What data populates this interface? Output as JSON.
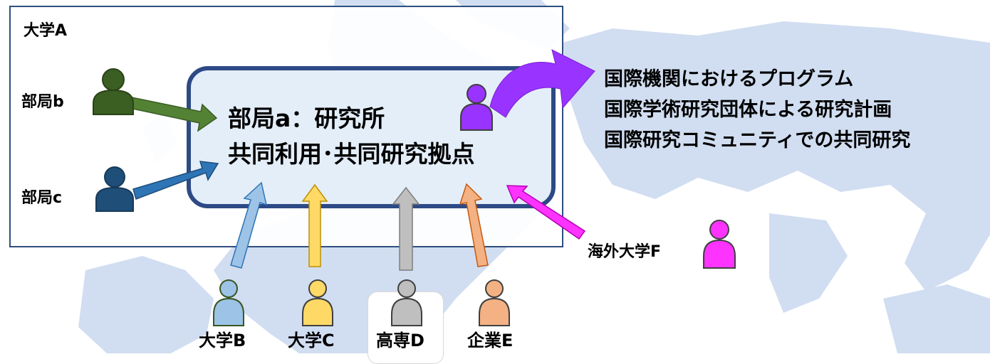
{
  "outer_label": "大学A",
  "center": {
    "line1": "部局a：研究所",
    "line2": "共同利用･共同研究拠点"
  },
  "left_participants": [
    {
      "label": "部局b",
      "color": "#3b5e23"
    },
    {
      "label": "部局c",
      "color": "#1f4e79"
    }
  ],
  "bottom_participants": [
    {
      "label": "大学B",
      "color": "#9dc3e6"
    },
    {
      "label": "大学C",
      "color": "#ffd966"
    },
    {
      "label": "高専D",
      "color": "#bfbfbf"
    },
    {
      "label": "企業E",
      "color": "#f4b183"
    }
  ],
  "overseas": {
    "label": "海外大学F",
    "color": "#ff33ff"
  },
  "internal_person_color": "#9933ff",
  "outgoing_targets": [
    "国際機関におけるプログラム",
    "国際学術研究団体による研究計画",
    "国際研究コミュニティでの共同研究"
  ],
  "colors": {
    "box_border": "#2d4a85",
    "box_fill": "#e4eef9",
    "map": "#c9d8ef",
    "arrow_purple": "#9933ff",
    "arrow_green": "#548235",
    "arrow_blue": "#2e75b6"
  }
}
